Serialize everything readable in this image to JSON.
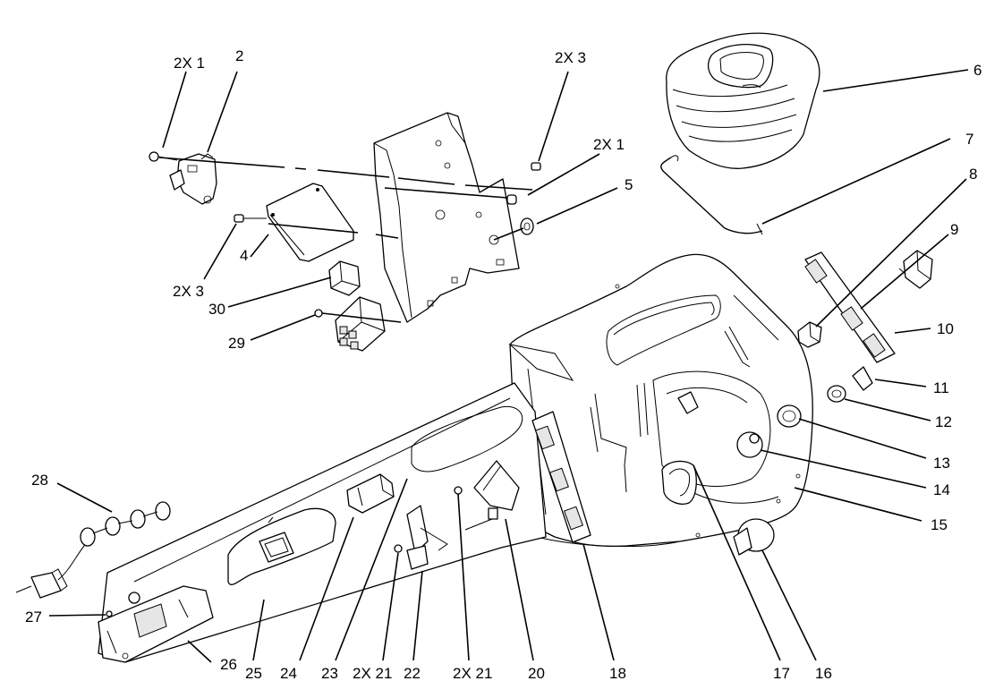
{
  "callouts": [
    {
      "id": "c2x1a",
      "text": "2X 1"
    },
    {
      "id": "c2",
      "text": "2"
    },
    {
      "id": "c2x3a",
      "text": "2X 3"
    },
    {
      "id": "c6",
      "text": "6"
    },
    {
      "id": "c2x1b",
      "text": "2X 1"
    },
    {
      "id": "c7",
      "text": "7"
    },
    {
      "id": "c5",
      "text": "5"
    },
    {
      "id": "c8",
      "text": "8"
    },
    {
      "id": "c9",
      "text": "9"
    },
    {
      "id": "c4",
      "text": "4"
    },
    {
      "id": "c2x3b",
      "text": "2X 3"
    },
    {
      "id": "c30",
      "text": "30"
    },
    {
      "id": "c29",
      "text": "29"
    },
    {
      "id": "c10",
      "text": "10"
    },
    {
      "id": "c11",
      "text": "11"
    },
    {
      "id": "c12",
      "text": "12"
    },
    {
      "id": "c13",
      "text": "13"
    },
    {
      "id": "c14",
      "text": "14"
    },
    {
      "id": "c15",
      "text": "15"
    },
    {
      "id": "c28",
      "text": "28"
    },
    {
      "id": "c27",
      "text": "27"
    },
    {
      "id": "c26",
      "text": "26"
    },
    {
      "id": "c25",
      "text": "25"
    },
    {
      "id": "c24",
      "text": "24"
    },
    {
      "id": "c23",
      "text": "23"
    },
    {
      "id": "c2x21a",
      "text": "2X 21"
    },
    {
      "id": "c22",
      "text": "22"
    },
    {
      "id": "c2x21b",
      "text": "2X 21"
    },
    {
      "id": "c20",
      "text": "20"
    },
    {
      "id": "c18",
      "text": "18"
    },
    {
      "id": "c17",
      "text": "17"
    },
    {
      "id": "c16",
      "text": "16"
    }
  ]
}
